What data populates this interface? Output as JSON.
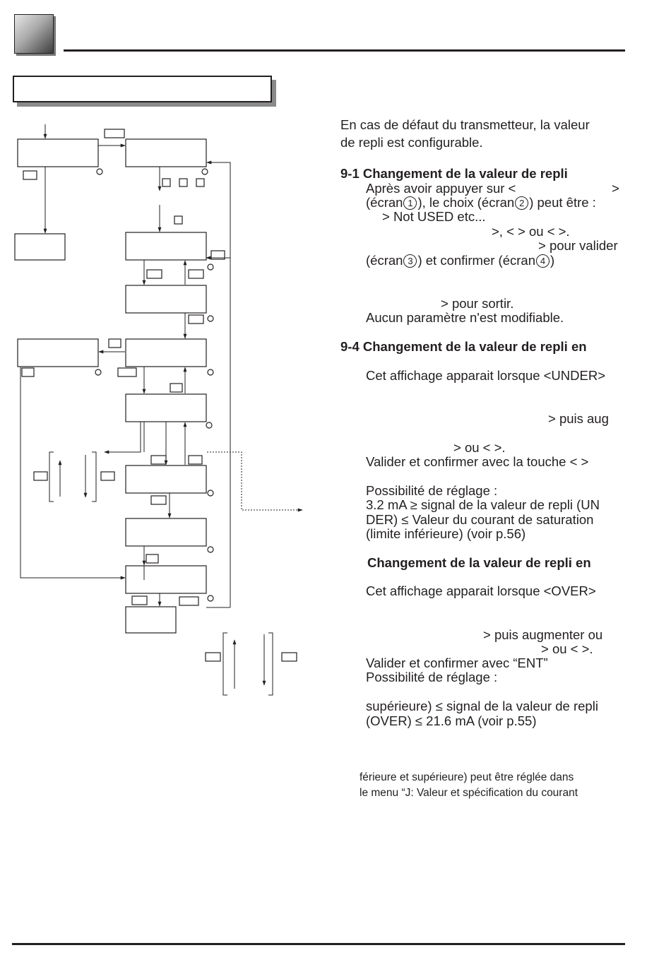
{
  "intro": {
    "line1": "En cas de défaut du transmetteur, la valeur",
    "line2": "de repli est configurable."
  },
  "s91": {
    "heading": "9-1 Changement de la valeur de repli",
    "l1a": "Après avoir appuyer sur <",
    "l1b": ">",
    "l2a": "(écran",
    "c1": "1",
    "l2b": "), le choix (écran",
    "c2": "2",
    "l2c": ") peut être :",
    "l3": "> Not USED etc...",
    "l4": ">, <  > ou <  >.",
    "l5": "> pour valider",
    "l6a": "(écran",
    "c3": "3",
    "l6b": ") et confirmer (écran",
    "c4": "4",
    "l6c": ")",
    "l7": "> pour sortir.",
    "l8": "Aucun paramètre n'est modifiable."
  },
  "s94": {
    "heading": "9-4 Changement de la valeur de repli en",
    "l1": "Cet affichage apparait lorsque <UNDER>",
    "l2": "> puis aug",
    "l3": "> ou <        >.",
    "l4": "Valider et confirmer avec la touche <        >",
    "l5": "Possibilité de réglage :",
    "l6": "3.2 mA ≥ signal de la valeur de repli (UN",
    "l7": "DER) ≤ Valeur du courant de saturation",
    "l8": "(limite inférieure) (voir p.56)"
  },
  "s95": {
    "heading": "Changement de la valeur de repli en",
    "l1": "Cet affichage apparait lorsque <OVER>",
    "l2": "> puis augmenter ou",
    "l3": "> ou <        >.",
    "l4": "Valider et confirmer avec “ENT”",
    "l5": "Possibilité de réglage :",
    "l6": "supérieure) ≤ signal de la valeur de repli",
    "l7": "(OVER) ≤ 21.6 mA (voir p.55)"
  },
  "note": {
    "l1": "férieure et supérieure) peut être réglée dans",
    "l2": "le menu “J: Valeur et spécification du courant"
  }
}
